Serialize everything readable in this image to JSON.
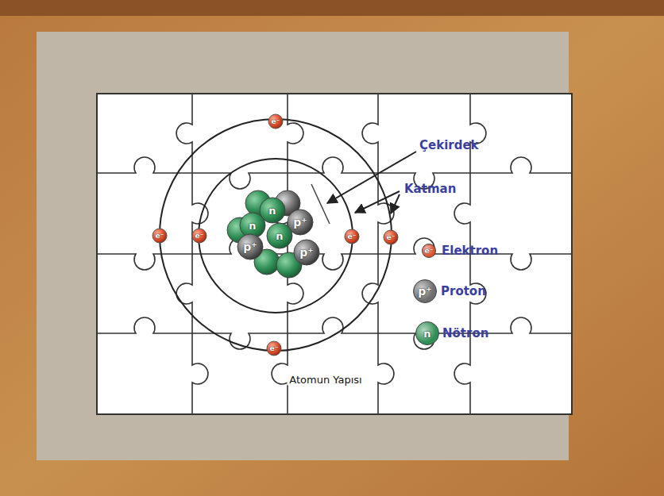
{
  "diagram": {
    "title": "Atomun Yapısı",
    "labels": [
      "Çekirdek",
      "Katman",
      "e⁻",
      "e⁻",
      "e⁻",
      "e⁻",
      "e⁻",
      "e⁻",
      "p⁺",
      "p⁺",
      "p⁺",
      "n",
      "n",
      "n",
      "e⁻",
      "p⁺",
      "n"
    ],
    "legend": [
      {
        "text": "Elektron",
        "color": "#e0502c"
      },
      {
        "text": "Proton",
        "color": "#6e6e6e"
      },
      {
        "text": "Nötron",
        "color": "#2f8f55"
      }
    ]
  }
}
